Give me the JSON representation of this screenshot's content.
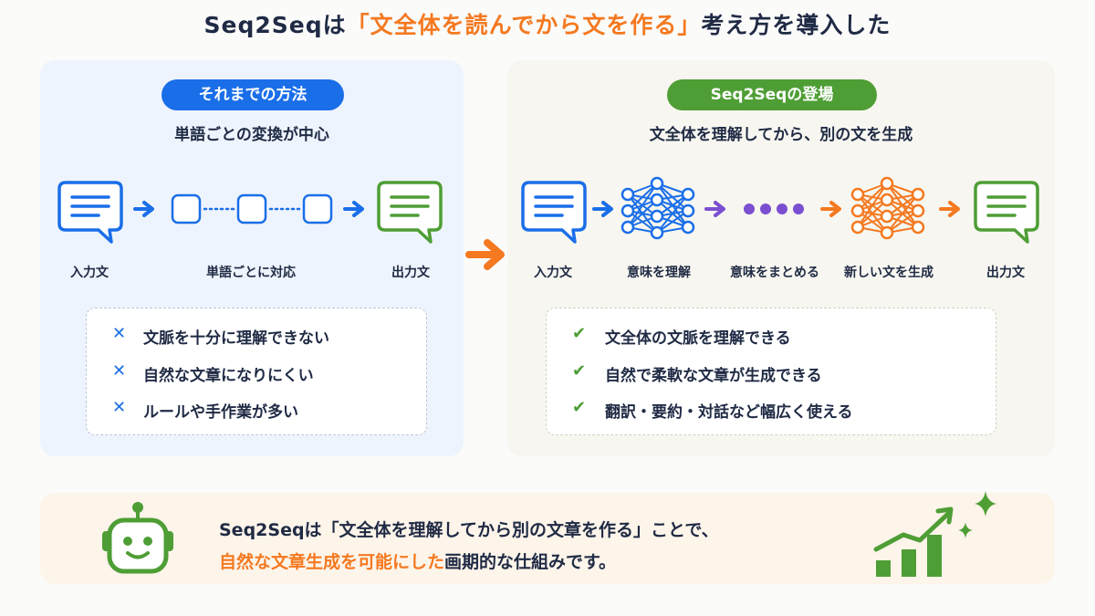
{
  "title": {
    "prefix": "Seq2Seqは",
    "highlight": "「文全体を読んでから文を作る」",
    "suffix": "考え方を導入した"
  },
  "left_panel": {
    "badge": "それまでの方法",
    "subtitle": "単語ごとの変換が中心",
    "flow_labels": {
      "input": "入力文",
      "middle": "単語ごとに対応",
      "output": "出力文"
    },
    "points": [
      "文脈を十分に理解できない",
      "自然な文章になりにくい",
      "ルールや手作業が多い"
    ]
  },
  "right_panel": {
    "badge": "Seq2Seqの登場",
    "subtitle": "文全体を理解してから、別の文を生成",
    "flow_labels": {
      "input": "入力文",
      "understand": "意味を理解",
      "summarize": "意味をまとめる",
      "generate": "新しい文を生成",
      "output": "出力文"
    },
    "points": [
      "文全体の文脈を理解できる",
      "自然で柔軟な文章が生成できる",
      "翻訳・要約・対話など幅広く使える"
    ]
  },
  "bottom": {
    "line1": "Seq2Seqは「文全体を理解してから別の文章を作る」ことで、",
    "line2_highlight": "自然な文章生成を可能にした",
    "line2_rest": "画期的な仕組みです。"
  },
  "colors": {
    "blue": "#1a6ee8",
    "green": "#4e9e35",
    "orange": "#f47920",
    "purple": "#7b4fd1",
    "navy": "#1f2a44"
  },
  "icons": [
    "speech-bubble-icon",
    "arrow-right-icon",
    "neural-network-icon",
    "dots-icon",
    "x-mark-icon",
    "check-mark-icon",
    "robot-icon",
    "growth-chart-icon",
    "sparkle-icon"
  ]
}
